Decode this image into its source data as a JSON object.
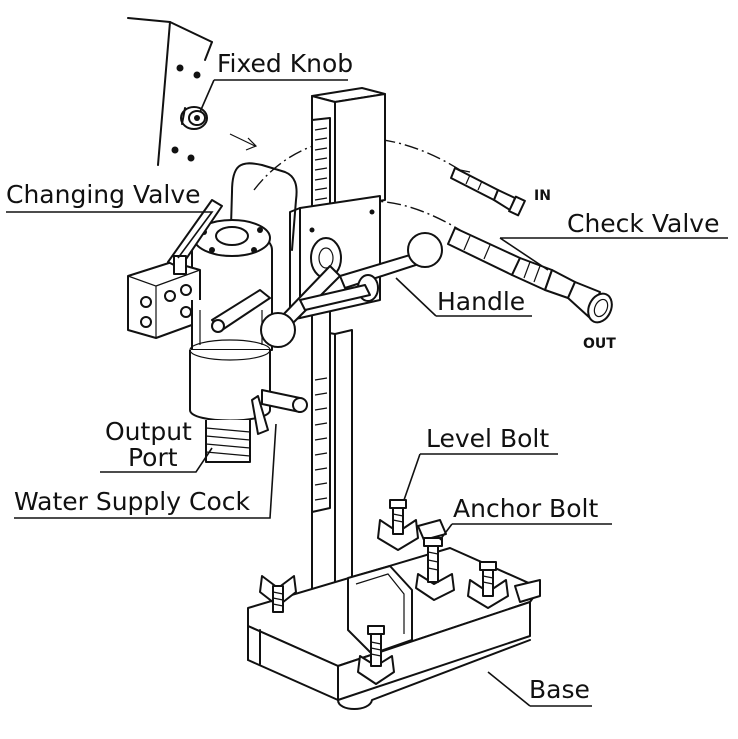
{
  "labels": {
    "fixed_knob": "Fixed Knob",
    "changing_valve": "Changing Valve",
    "check_valve": "Check Valve",
    "handle": "Handle",
    "output_port_line1": "Output",
    "output_port_line2": "Port",
    "water_supply_cock": "Water Supply Cock",
    "level_bolt": "Level Bolt",
    "anchor_bolt": "Anchor Bolt",
    "base": "Base",
    "in": "IN",
    "out": "OUT"
  },
  "colors": {
    "line": "#111111",
    "background": "#ffffff"
  }
}
